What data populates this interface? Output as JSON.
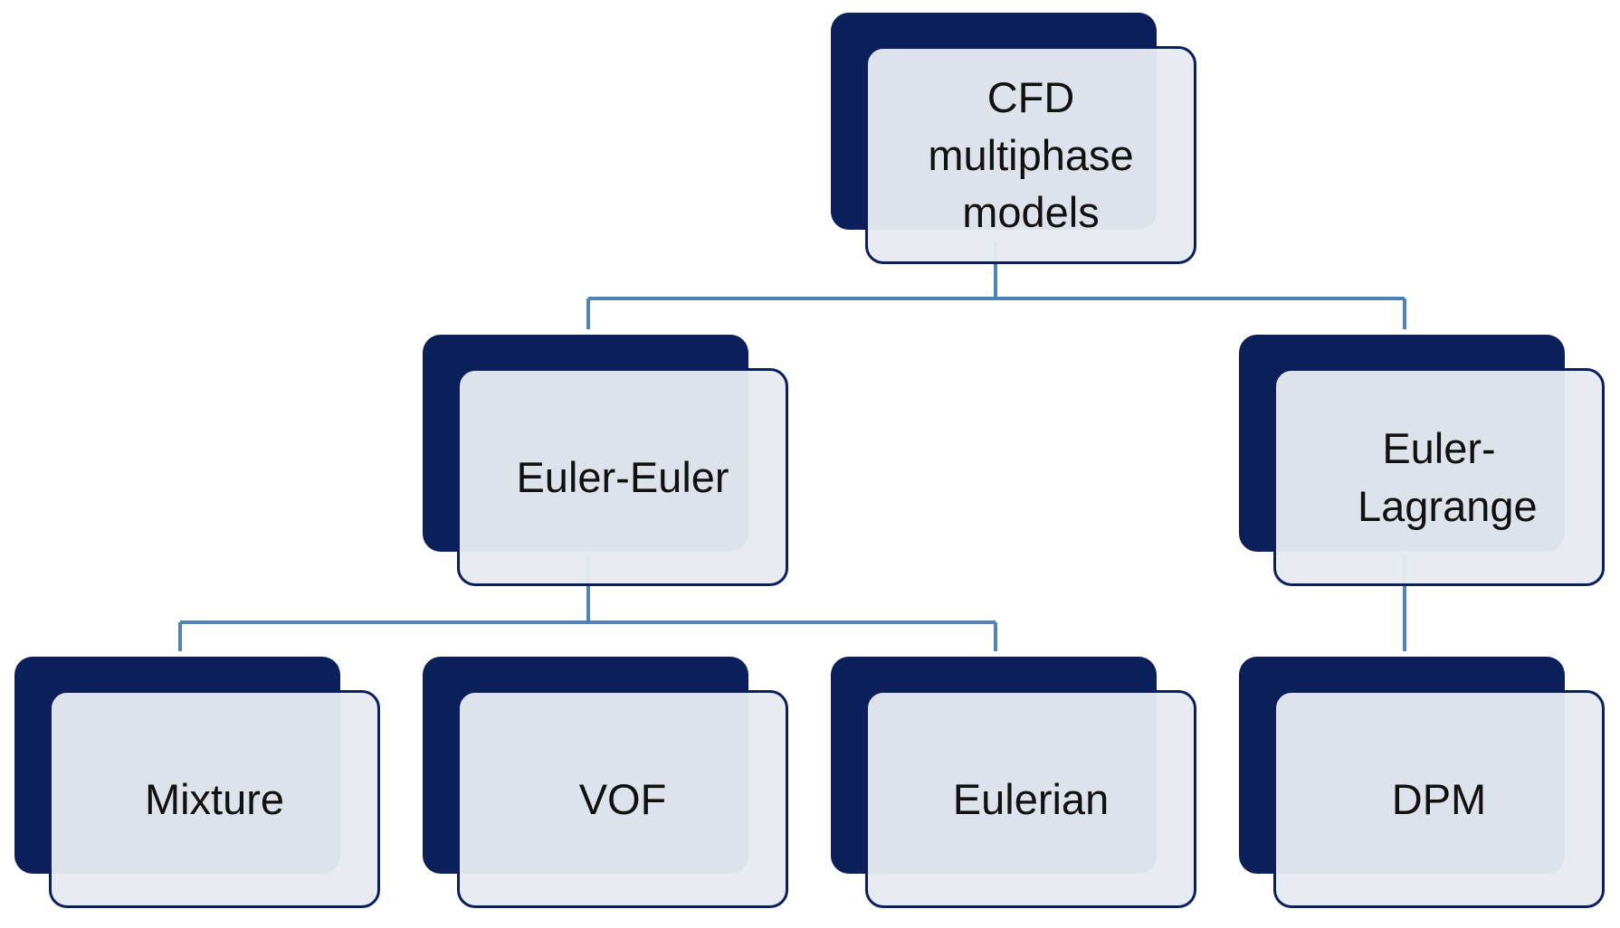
{
  "diagram": {
    "root": {
      "label": "CFD multiphase models"
    },
    "categories": [
      {
        "label": "Euler-Euler"
      },
      {
        "label": "Euler-Lagrange"
      }
    ],
    "leaves": [
      {
        "label": "Mixture"
      },
      {
        "label": "VOF"
      },
      {
        "label": "Eulerian"
      },
      {
        "label": "DPM"
      }
    ],
    "colors": {
      "node_shadow": "#0b1f5b",
      "node_fill": "#e7eaf1",
      "node_border": "#0b1f5b",
      "connector": "#4f83b5"
    }
  }
}
